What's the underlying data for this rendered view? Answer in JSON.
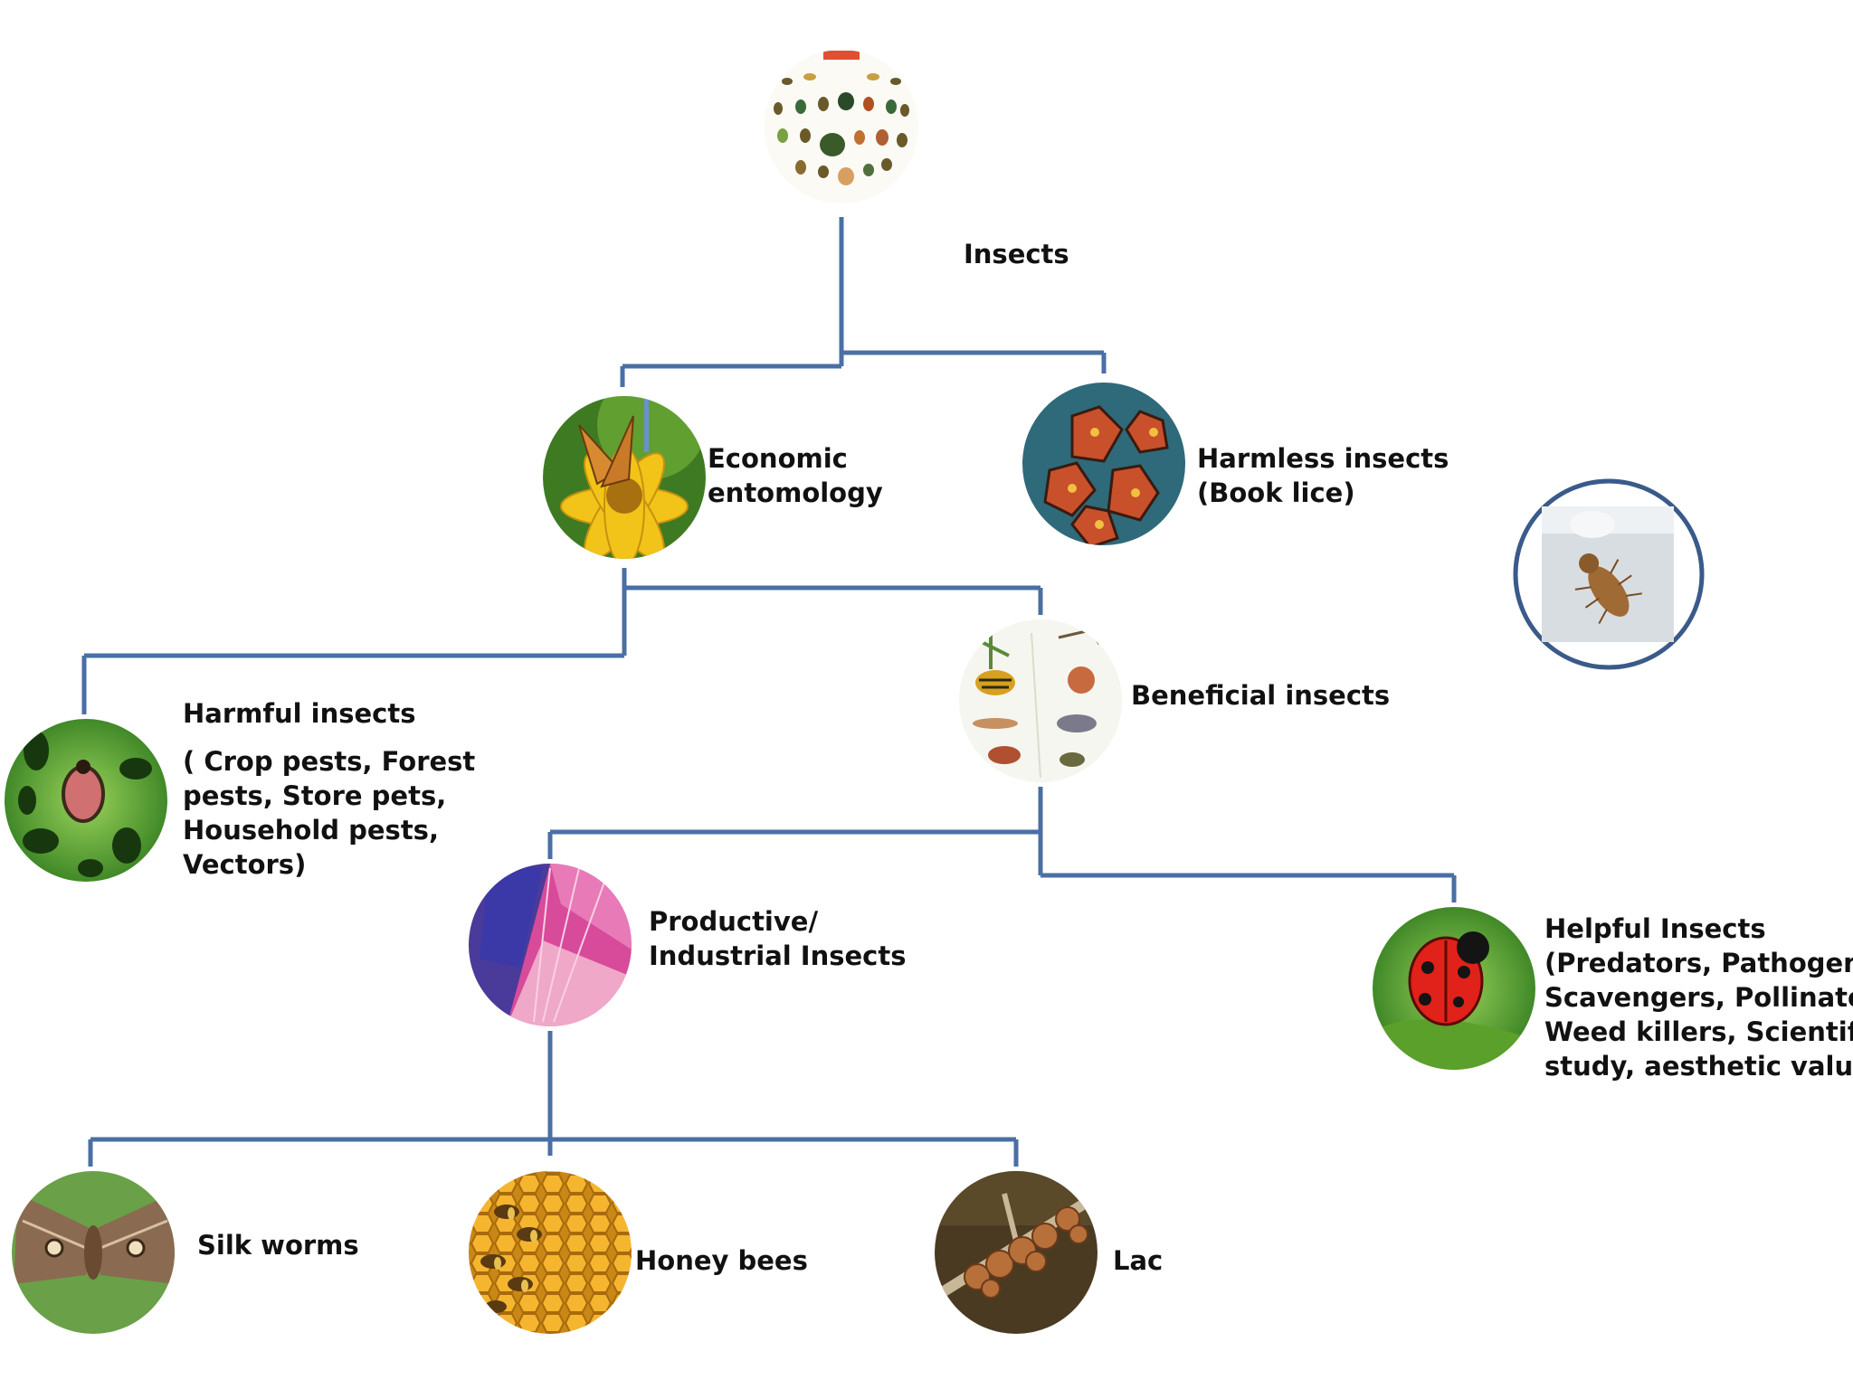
{
  "diagram": {
    "edge_color": "#4a6fa5",
    "nodes": {
      "root": {
        "label": "Insects",
        "icon": "insect-collection-icon"
      },
      "economic": {
        "lines": [
          "Economic",
          "entomology"
        ],
        "icon": "butterfly-on-flower-icon"
      },
      "harmless": {
        "lines": [
          "Harmless insects",
          "(Book lice)"
        ],
        "icon": "shield-bugs-icon"
      },
      "booklice": {
        "icon": "book-louse-icon"
      },
      "harmful": {
        "title": "Harmful insects",
        "lines": [
          "( Crop pests, Forest",
          "pests, Store pets,",
          "Household pests,",
          "Vectors)"
        ],
        "icon": "leaf-pest-icon"
      },
      "beneficial": {
        "label": "Beneficial insects",
        "icon": "beneficial-insects-chart-icon"
      },
      "productive": {
        "lines": [
          "Productive/",
          "Industrial Insects"
        ],
        "icon": "silk-fabric-icon"
      },
      "helpful": {
        "lines": [
          "Helpful Insects",
          "(Predators, Pathogens,",
          "Scavengers, Pollinators,",
          "Weed killers, Scientific",
          "study, aesthetic value)"
        ],
        "icon": "ladybird-icon"
      },
      "silk": {
        "label": "Silk worms",
        "icon": "silk-moth-icon"
      },
      "honey": {
        "label": "Honey bees",
        "icon": "honeycomb-bees-icon"
      },
      "lac": {
        "label": "Lac",
        "icon": "lac-twig-icon"
      }
    }
  }
}
